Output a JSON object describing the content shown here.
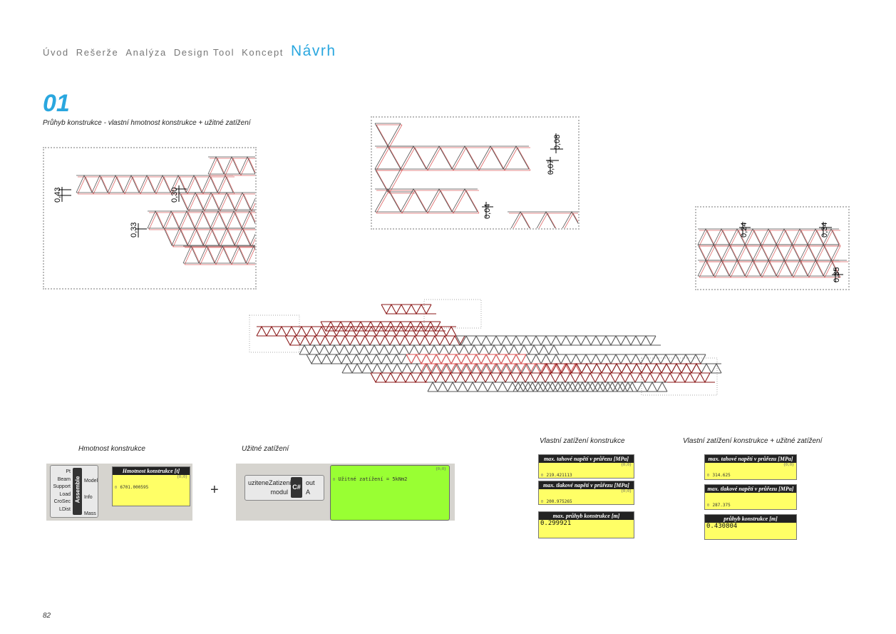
{
  "nav": {
    "items": [
      "Úvod",
      "Rešerže",
      "Analýza",
      "Design Tool",
      "Koncept"
    ],
    "active": "Návrh"
  },
  "section": {
    "number": "01",
    "title": "Průhyb konstrukce - vlastní hmotnost konstrukce + užitné zatížení"
  },
  "detail_left": {
    "dims": [
      "0,43",
      "0,30",
      "0,33"
    ]
  },
  "detail_mid": {
    "dims": [
      "0,08",
      "0,07",
      "0,04"
    ]
  },
  "detail_right": {
    "dims": [
      "0,24",
      "0,34",
      "0,35"
    ]
  },
  "captions": {
    "mass": "Hmotnost konstrukce",
    "live_load": "Užitné zatížení",
    "self_load": "Vlastní zatížení konstrukce",
    "self_live_load": "Vlastní zatížení konstrukce + užitné zatížení"
  },
  "gh_assemble": {
    "inputs": [
      "Pt",
      "Beam",
      "Support",
      "Load",
      "CroSec",
      "LDist"
    ],
    "name": "Assemble",
    "outputs": [
      "Model",
      "Info",
      "Mass"
    ],
    "panel_title": "Hmotnost konstrukce [t]",
    "panel_path": "{0;0}",
    "panel_index": "0",
    "panel_value": "6701.000595"
  },
  "plus": "+",
  "gh_csharp": {
    "inputs": [
      "uziteneZatizeni",
      "modul"
    ],
    "name": "C#",
    "outputs": [
      "out",
      "A"
    ],
    "panel_path": "{0;0}",
    "panel_index": "0",
    "panel_value": "Užitné zatížení = 5kNm2"
  },
  "gh_self": {
    "tension_title": "max. tahové napětí v průřezu [MPa]",
    "tension_path": "{0;0}",
    "tension_index": "0",
    "tension_value": "219.421113",
    "compression_title": "max. tlakové napětí v průřezu [MPa]",
    "compression_path": "{0;0}",
    "compression_index": "0",
    "compression_value": "200.975265",
    "deflection_title": "max. průhyb konstrukce [m]",
    "deflection_value": "0.299921"
  },
  "gh_self_live": {
    "tension_title": "max. tahové napětí v průřezu [MPa]",
    "tension_path": "{0;0}",
    "tension_index": "0",
    "tension_value": "314.625",
    "compression_title": "max. tlakové napětí v průřezu [MPa]",
    "compression_index": "0",
    "compression_value": "287.375",
    "deflection_title": "průhyb konstrukce [m]",
    "deflection_value": "0.430804"
  },
  "page_number": "82",
  "colors": {
    "accent": "#2aa7df",
    "truss_dark": "#8b1a1a",
    "truss_light": "#e05555",
    "truss_grey": "#555555",
    "panel_yellow": "#ffff66",
    "panel_green": "#99ff33"
  }
}
